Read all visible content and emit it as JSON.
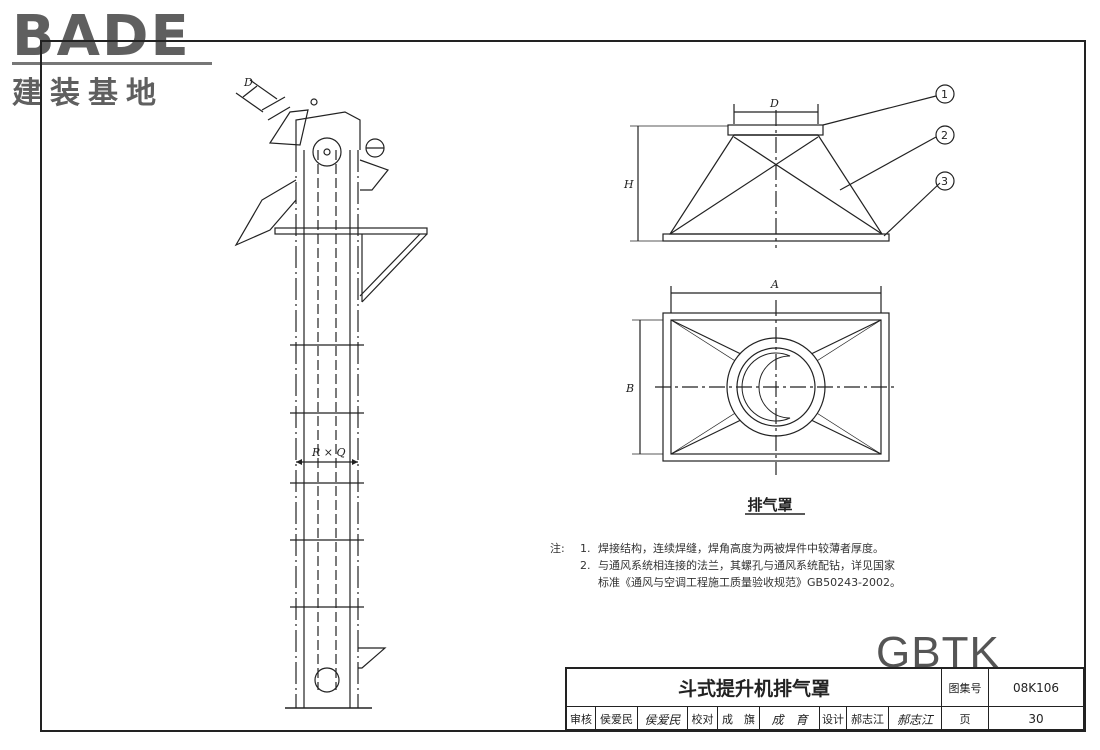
{
  "logo": {
    "brand": "BADE",
    "subtitle": "建装基地"
  },
  "drawing": {
    "dimension_labels": {
      "left_d": "D",
      "rq": "R × Q",
      "top_d": "D",
      "h": "H",
      "a": "A",
      "b": "B"
    },
    "callouts": [
      "1",
      "2",
      "3"
    ]
  },
  "caption": "排气罩",
  "notes": {
    "prefix": "注:",
    "items": [
      {
        "num": "1.",
        "text": "焊接结构，连续焊缝，焊角高度为两被焊件中较薄者厚度。"
      },
      {
        "num": "2.",
        "text": "与通风系统相连接的法兰，其螺孔与通风系统配钻，详见国家"
      }
    ],
    "continuation": "标准《通风与空调工程施工质量验收规范》GB50243-2002。"
  },
  "watermark": "GBTK",
  "title_block": {
    "title": "斗式提升机排气罩",
    "atlas_label": "图集号",
    "atlas_no": "08K106",
    "review_label": "审核",
    "review_name": "侯爱民",
    "review_sig": "侯爱民",
    "check_label": "校对",
    "check_name": "成　旗",
    "check_sig": "成　育",
    "design_label": "设计",
    "design_name": "郝志江",
    "design_sig": "郝志江",
    "page_label": "页",
    "page_no": "30"
  }
}
